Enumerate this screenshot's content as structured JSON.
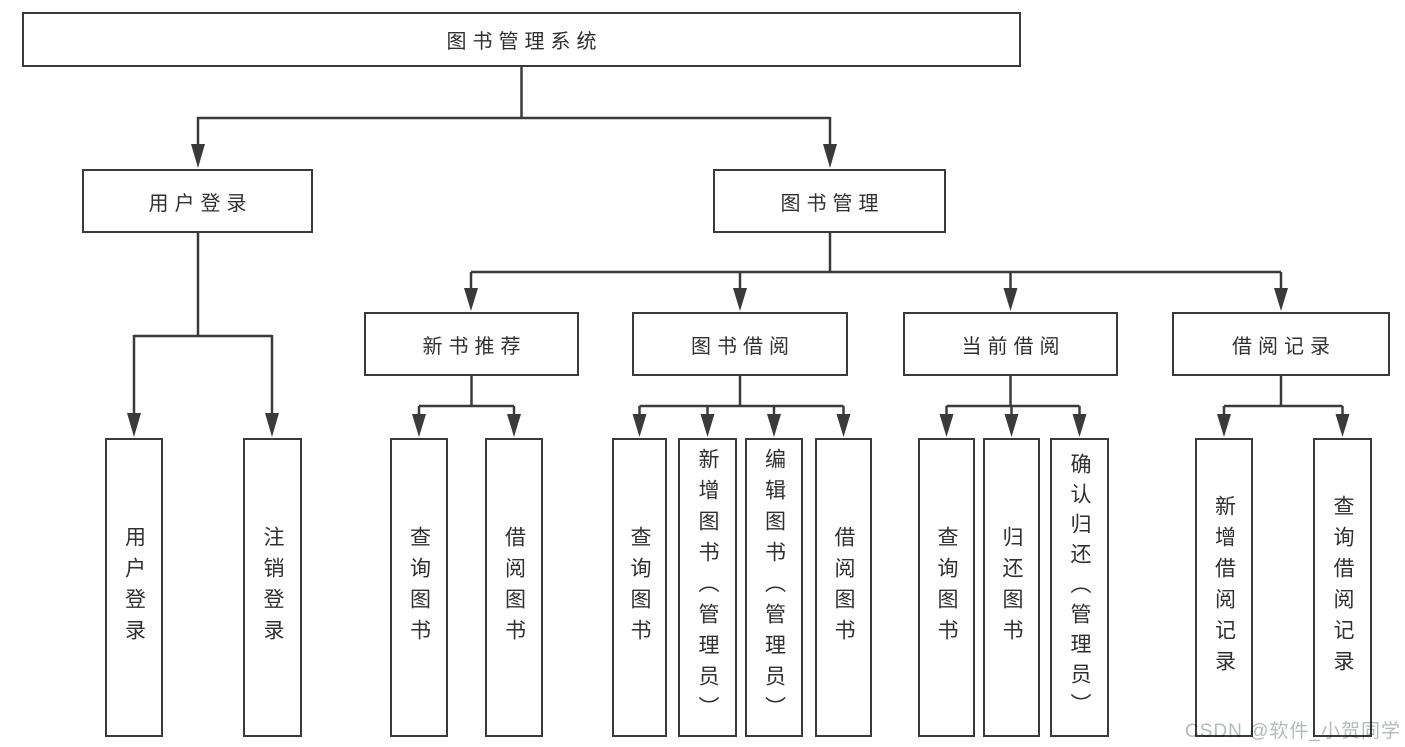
{
  "diagram": {
    "root": {
      "label": "图书管理系统"
    },
    "level2": {
      "user_login": {
        "label": "用户登录"
      },
      "book_mgmt": {
        "label": "图书管理"
      }
    },
    "level3": {
      "new_book": {
        "label": "新书推荐"
      },
      "book_borrow": {
        "label": "图书借阅"
      },
      "current_borrow": {
        "label": "当前借阅"
      },
      "borrow_record": {
        "label": "借阅记录"
      }
    },
    "leaves": {
      "user_login": "用户登录",
      "logout": "注销登录",
      "nb_query_book": "查询图书",
      "nb_borrow_book": "借阅图书",
      "bb_query_book": "查询图书",
      "bb_add_book": "新增图书（管理员）",
      "bb_edit_book": "编辑图书（管理员）",
      "bb_borrow_book": "借阅图书",
      "cb_query_book": "查询图书",
      "cb_return_book": "归还图书",
      "cb_confirm_return": "确认归还（管理员）",
      "br_add_record": "新增借阅记录",
      "br_query_record": "查询借阅记录"
    },
    "colors": {
      "line": "#3a3a3a",
      "text": "#303030",
      "watermark": "#b4b9bf"
    }
  },
  "watermark": "CSDN @软件_小贺同学"
}
